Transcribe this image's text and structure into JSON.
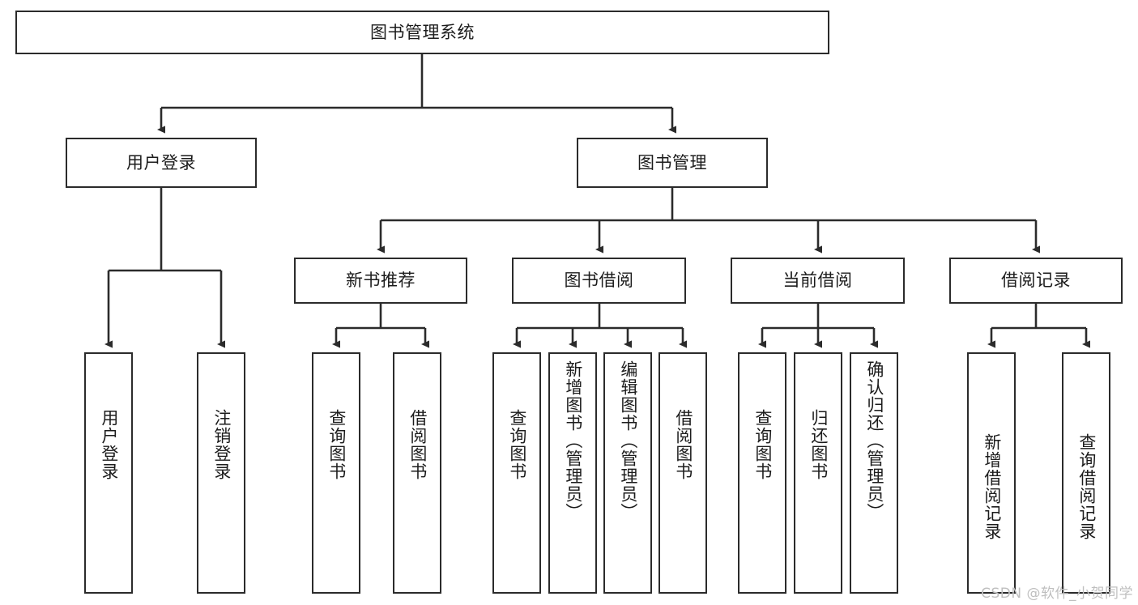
{
  "diagram": {
    "title": "图书管理系统",
    "type": "hierarchy-tree",
    "root": {
      "id": "root",
      "label": "图书管理系统"
    },
    "level1": [
      {
        "id": "user-login",
        "label": "用户登录"
      },
      {
        "id": "book-manage",
        "label": "图书管理"
      }
    ],
    "level2": [
      {
        "id": "new-book-rec",
        "label": "新书推荐",
        "parent": "book-manage"
      },
      {
        "id": "book-borrow",
        "label": "图书借阅",
        "parent": "book-manage"
      },
      {
        "id": "current-borrow",
        "label": "当前借阅",
        "parent": "book-manage"
      },
      {
        "id": "borrow-record",
        "label": "借阅记录",
        "parent": "book-manage"
      }
    ],
    "leaves": [
      {
        "id": "leaf-user-login",
        "label": "用户登录",
        "parent": "user-login"
      },
      {
        "id": "leaf-logout",
        "label": "注销登录",
        "parent": "user-login"
      },
      {
        "id": "leaf-query-book-1",
        "label": "查询图书",
        "parent": "new-book-rec"
      },
      {
        "id": "leaf-borrow-book-1",
        "label": "借阅图书",
        "parent": "new-book-rec"
      },
      {
        "id": "leaf-query-book-2",
        "label": "查询图书",
        "parent": "book-borrow"
      },
      {
        "id": "leaf-add-book",
        "label": "新增图书（管理员）",
        "parent": "book-borrow"
      },
      {
        "id": "leaf-edit-book",
        "label": "编辑图书（管理员）",
        "parent": "book-borrow"
      },
      {
        "id": "leaf-borrow-book-2",
        "label": "借阅图书",
        "parent": "book-borrow"
      },
      {
        "id": "leaf-query-book-3",
        "label": "查询图书",
        "parent": "current-borrow"
      },
      {
        "id": "leaf-return-book",
        "label": "归还图书",
        "parent": "current-borrow"
      },
      {
        "id": "leaf-confirm-return",
        "label": "确认归还（管理员）",
        "parent": "current-borrow"
      },
      {
        "id": "leaf-add-record",
        "label": "新增借阅记录",
        "parent": "borrow-record"
      },
      {
        "id": "leaf-query-record",
        "label": "查询借阅记录",
        "parent": "borrow-record"
      }
    ]
  },
  "watermark": {
    "text": "CSDN @软件_小贺同学"
  },
  "colors": {
    "stroke": "#2b2b2b",
    "background": "#ffffff",
    "text": "#1c1c1c",
    "watermark": "#bfbfbf"
  }
}
